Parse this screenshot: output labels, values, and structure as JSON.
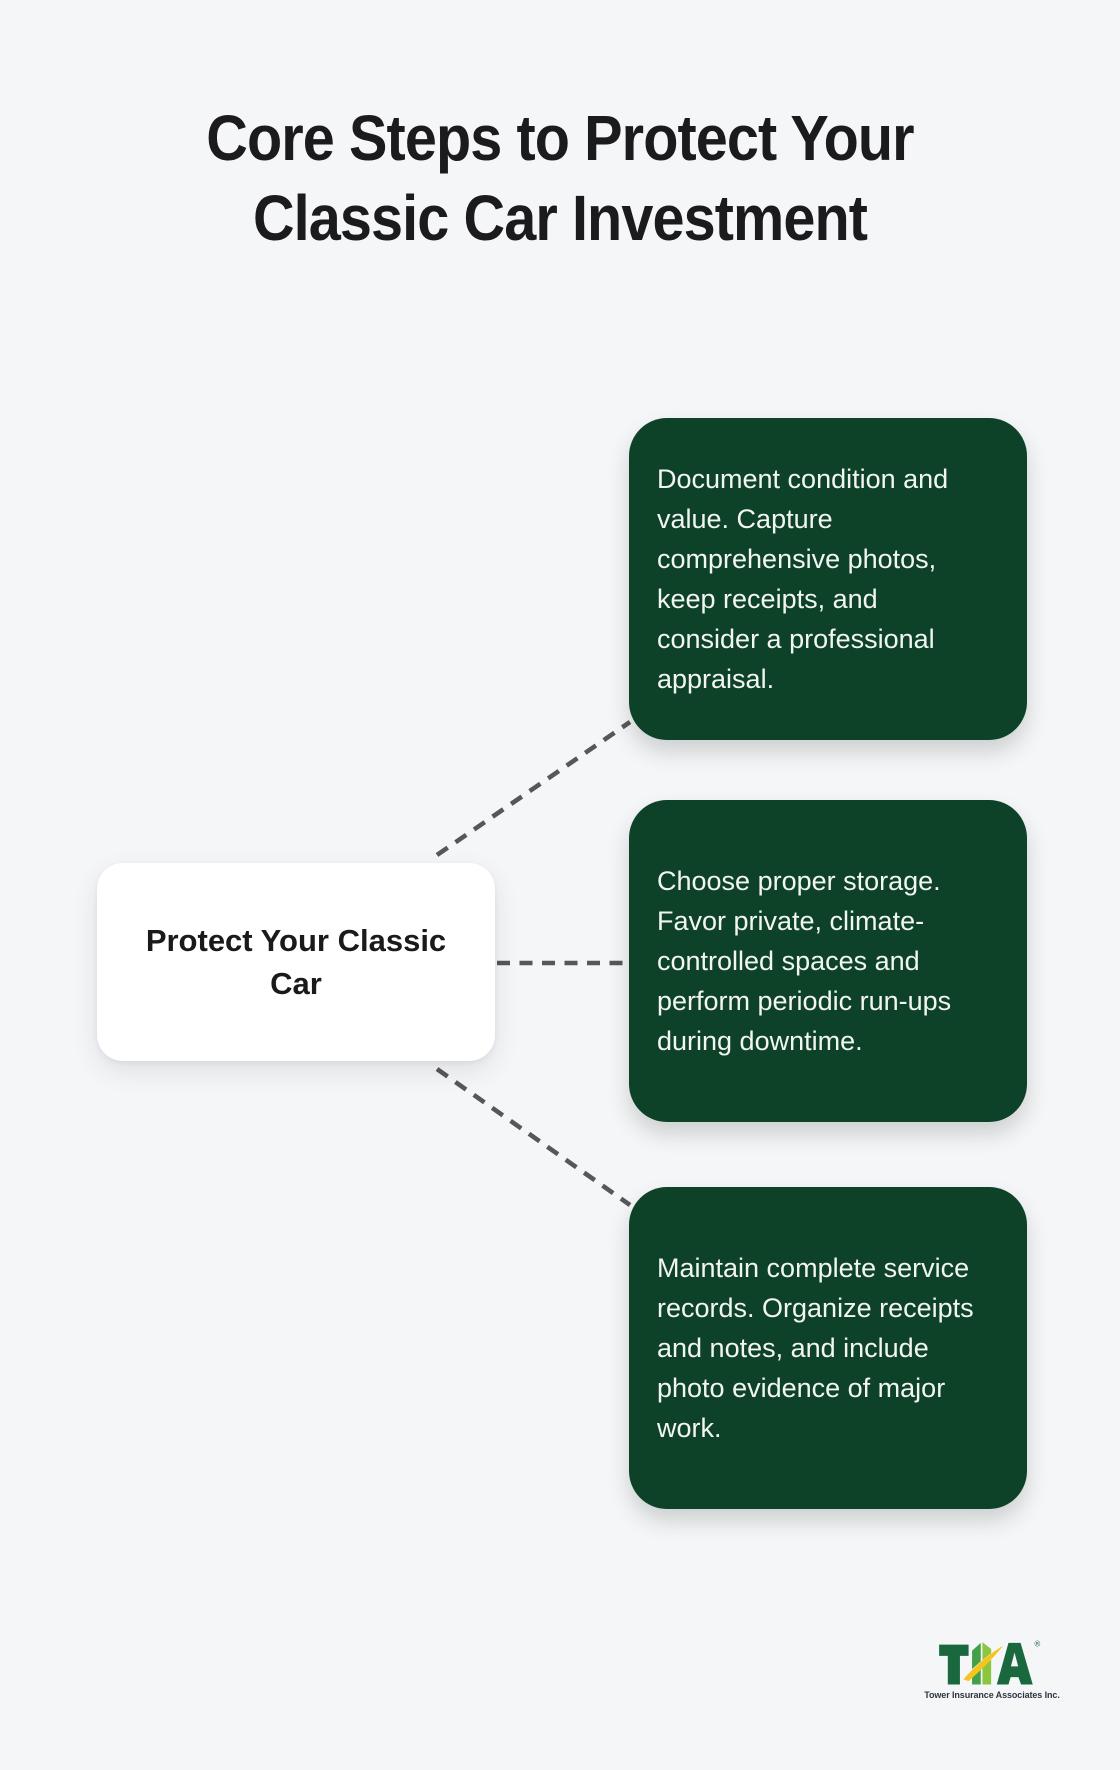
{
  "title": "Core Steps to Protect Your Classic Car Investment",
  "center_node": {
    "label": "Protect Your Classic Car"
  },
  "steps": [
    {
      "text": "Document condition and value. Capture comprehensive photos, keep receipts, and consider a professional appraisal."
    },
    {
      "text": "Choose proper storage. Favor private, climate-controlled spaces and perform periodic run-ups during downtime."
    },
    {
      "text": "Maintain complete service records. Organize receipts and notes, and include photo evidence of major work."
    }
  ],
  "logo": {
    "acronym": "TIA",
    "registered_mark": "®",
    "company_name": "Tower Insurance Associates Inc."
  },
  "colors": {
    "background": "#f5f6f8",
    "title_text": "#1b1b1d",
    "card_green": "#0d4228",
    "card_text": "#f2f5f2",
    "center_node_bg": "#ffffff",
    "center_node_text": "#1a1a1c",
    "connector_gray": "#575757",
    "logo_dark_green": "#1a693e",
    "logo_mid_green": "#43a047",
    "logo_light_green": "#8bc63f",
    "logo_yellow": "#f4c520",
    "logo_text": "#2c3640"
  }
}
